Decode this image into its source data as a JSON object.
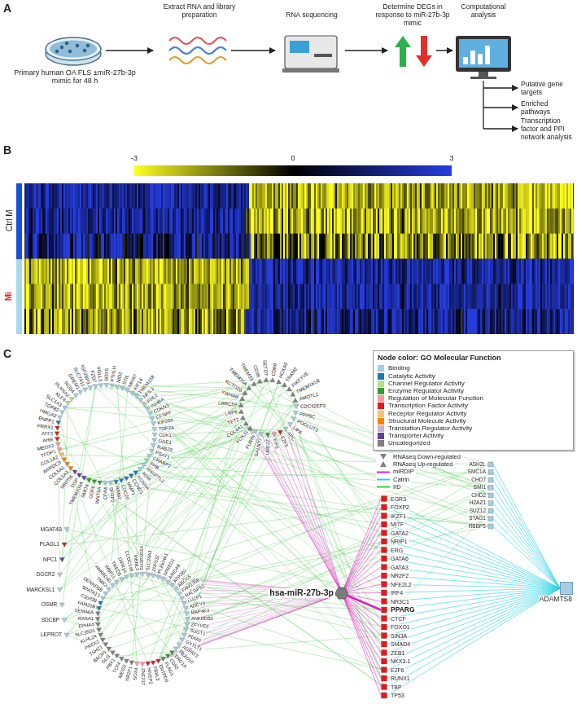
{
  "diagram": {
    "nodes": [
      {
        "text": [
          "Node color: GO Molecular Function"
        ]
      },
      {
        "text": [
          "hsa-miR-27b-3p"
        ]
      },
      {
        "text": [
          "ADAMTS8"
        ]
      }
    ],
    "labels": [
      "A",
      "Primary human OA FLS ±miR-27b-3p mimic for 48 h",
      "Extract RNA and library preparation",
      "RNA sequencing",
      "Determine DEGs in response to miR-27b-3p mimic",
      "Computational analysis",
      "Putative gene targets",
      "Enriched pathways",
      "Transcription factor and PPI network analysis",
      "B",
      "-3",
      "0",
      "3",
      "Ctrl M",
      "Mi",
      "C",
      "SLC7A11",
      "IGF2BP3",
      "FZD7",
      "VGLL3",
      "SOX5",
      "PTHLH",
      "NID2",
      "STIL",
      "MKI67",
      "KIF14",
      "TMEM158",
      "NFIL3",
      "FHL2",
      "INHBA",
      "CDKN3",
      "CENPF",
      "KIF20A",
      "TOP2A",
      "CDK1",
      "GDE1",
      "RAB23",
      "PSAT1",
      "CRABP2",
      "PHB",
      "ANGPTL2",
      "ADM",
      "KCNN4",
      "CCND1",
      "MMP1",
      "CDC20",
      "RRM2",
      "SFRP2",
      "CPA4",
      "WNT5A",
      "GDF6",
      "SMOX",
      "TMEM200A",
      "DSP",
      "MRPS6",
      "COL5A3",
      "COL5A1",
      "ARRDC3",
      "COL1A2",
      "TFDP1",
      "MEOX2",
      "AHR",
      "ATF3",
      "PRRX1",
      "ENPP1",
      "HMGA2",
      "TGFB2",
      "SLC1A3",
      "KLF4",
      "PLXNA2",
      "RGS4",
      "GREM1",
      "SETD7",
      "CDK6",
      "HOXA5",
      "TRAM2",
      "PIKFYVE",
      "TMEM161B",
      "AMOTL1",
      "CDC42EP3",
      "PPP6C",
      "POGLUT3",
      "LIPA",
      "APC",
      "E2F5",
      "EIF5",
      "UBE2Z",
      "GALNT7",
      "FURIN",
      "FOXJ3",
      "COL4A1",
      "TET2",
      "LRP6",
      "LRRC59",
      "YWHAB",
      "KCTD20",
      "TMEM35A",
      "TMEM33",
      "CD36",
      "SH3PXD2A",
      "SLC24A3",
      "ZNF532",
      "PLEKHA1",
      "SPRED1",
      "ARID4B",
      "ATP2B1",
      "ABCC5",
      "FAM126B",
      "RALGPS2",
      "LUZP1",
      "ADCY9",
      "MAP4K4",
      "ANKRD50",
      "ZFYVE9",
      "SUGT1",
      "PDIA5",
      "GXYLT1",
      "AGPAT3",
      "FBXO10",
      "ERO1A",
      "CD82",
      "PLAG1",
      "ENTPD5",
      "FBXL3",
      "HIVEP2",
      "ZNF217",
      "SOX4",
      "NR2F1",
      "MEIS2",
      "TCF4",
      "PBX1",
      "GLI3",
      "BACH1",
      "TSHZ1",
      "PREX2",
      "KLHL24",
      "SLC35D1",
      "EPHA4",
      "RASA1",
      "SEMA6A",
      "FAM20B",
      "C3orf38",
      "SPATA13",
      "DENND5B",
      "TMX3",
      "ANKRD40",
      "WBP1L",
      "TMED5",
      "DIPK1A",
      "CCDC149",
      "MBNL2",
      "MGAT4B",
      "PLAGL1",
      "NPC1",
      "DGCR2",
      "MARCKSL1",
      "OSMR",
      "SDCBP",
      "LEPROT",
      "ASH2L",
      "SMC1A",
      "CHD7",
      "BMI1",
      "CHD2",
      "H2AZ1",
      "SUZ12",
      "STAG1",
      "RBBP5",
      "EGR3",
      "FOXP2",
      "IKZF1",
      "MITF",
      "GATA2",
      "NRIP1",
      "ERG",
      "GATA6",
      "GATA3",
      "NR2F2",
      "NFE2L2",
      "IRF4",
      "NR3C1",
      "PPARG",
      "CTCF",
      "FOXO1",
      "SIN3A",
      "SMAD4",
      "ZEB1",
      "NKX3-1",
      "E2F6",
      "RUNX1",
      "TBP",
      "TP53"
    ],
    "legend": [
      {
        "text": "Binding",
        "color": "#a6cee3"
      },
      {
        "text": "Catalytic Activity",
        "color": "#1f78b4"
      },
      {
        "text": "Channel Regulator Activity",
        "color": "#b2df8a"
      },
      {
        "text": "Enzyme Regulator Activity",
        "color": "#33a02c"
      },
      {
        "text": "Regulation of Molecular Function",
        "color": "#fb9a99"
      },
      {
        "text": "Transcription Factor Activity",
        "color": "#e31a1c"
      },
      {
        "text": "Receptor Regulator Activity",
        "color": "#fdbf6f"
      },
      {
        "text": "Structural Molecule Activity",
        "color": "#ff7f00"
      },
      {
        "text": "Translation Regulator Activity",
        "color": "#cab2d6"
      },
      {
        "text": "Transporter Activity",
        "color": "#6a3d9a"
      },
      {
        "text": "Uncategorized",
        "color": "#808080"
      },
      {
        "text": "RNAseq Down-regulated"
      },
      {
        "text": "RNAseq Up-regulated"
      },
      {
        "text": "miRDIP"
      },
      {
        "text": "Catrin"
      },
      {
        "text": "IID"
      }
    ]
  }
}
